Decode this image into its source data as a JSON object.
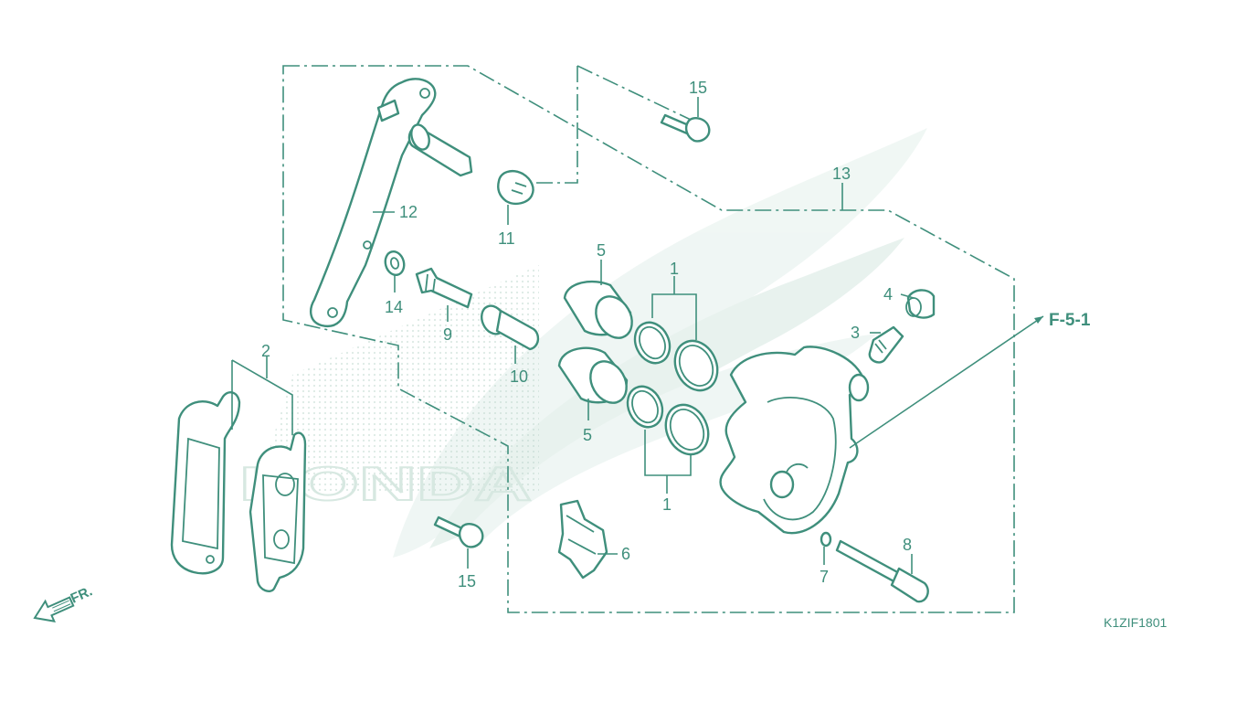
{
  "diagram": {
    "callouts": [
      {
        "id": "1a",
        "text": "1"
      },
      {
        "id": "1b",
        "text": "1"
      },
      {
        "id": "2",
        "text": "2"
      },
      {
        "id": "3",
        "text": "3"
      },
      {
        "id": "4",
        "text": "4"
      },
      {
        "id": "5a",
        "text": "5"
      },
      {
        "id": "5b",
        "text": "5"
      },
      {
        "id": "6",
        "text": "6"
      },
      {
        "id": "7",
        "text": "7"
      },
      {
        "id": "8",
        "text": "8"
      },
      {
        "id": "9",
        "text": "9"
      },
      {
        "id": "10",
        "text": "10"
      },
      {
        "id": "11",
        "text": "11"
      },
      {
        "id": "12",
        "text": "12"
      },
      {
        "id": "13",
        "text": "13"
      },
      {
        "id": "14",
        "text": "14"
      },
      {
        "id": "15a",
        "text": "15"
      },
      {
        "id": "15b",
        "text": "15"
      }
    ],
    "reference": "F-5-1",
    "direction_label": "FR.",
    "figure_code": "K1ZIF1801",
    "watermark_text": "HONDA",
    "colors": {
      "line": "#3f8f7c",
      "watermark": "#e8f2ee"
    }
  }
}
